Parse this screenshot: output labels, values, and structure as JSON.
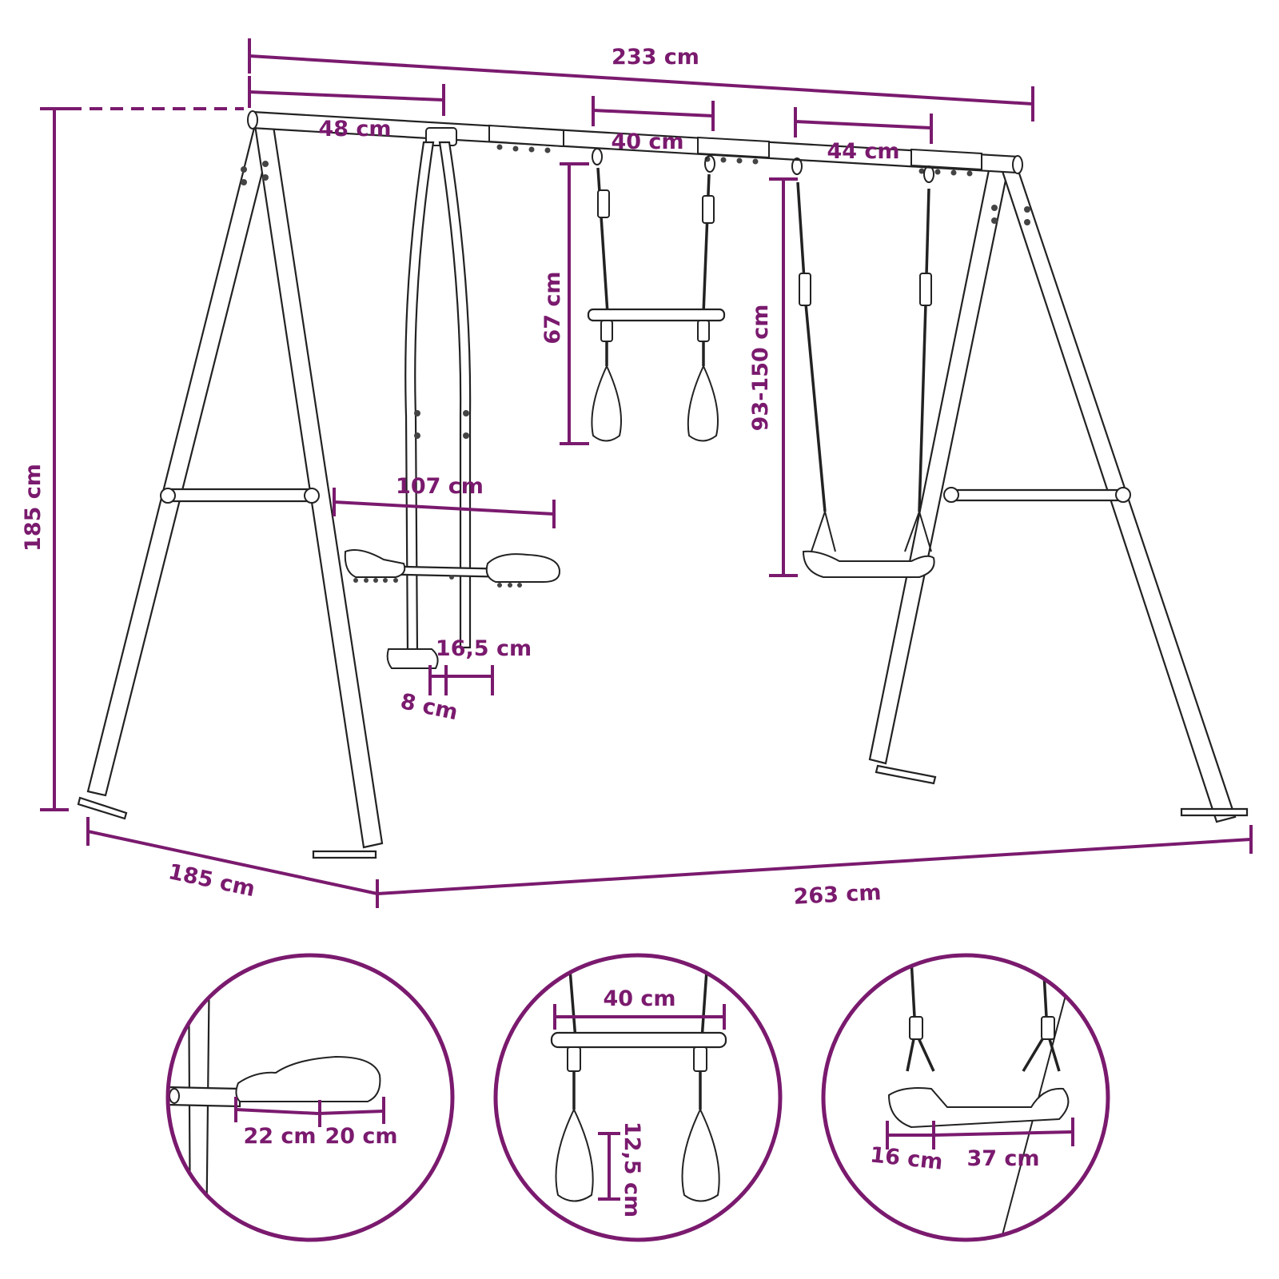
{
  "diagram": {
    "accent_color": "#7a1a6e",
    "line_color": "#222222",
    "dimensions": {
      "top_beam_length": "233 cm",
      "slide_section_width": "48 cm",
      "trapeze_hook_spacing": "40 cm",
      "swing_hook_spacing": "44 cm",
      "overall_height": "185 cm",
      "trapeze_length": "67 cm",
      "swing_length": "93-150 cm",
      "seesaw_length": "107 cm",
      "footrest_height": "16,5 cm",
      "footrest_width": "8 cm",
      "frame_depth": "185 cm",
      "frame_length": "263 cm"
    },
    "detail_seat": {
      "seat_front": "22 cm",
      "seat_back": "20 cm"
    },
    "detail_trapeze": {
      "bar_width": "40 cm",
      "ring_height": "12,5 cm"
    },
    "detail_swing": {
      "seat_depth": "16 cm",
      "seat_width": "37 cm"
    }
  }
}
